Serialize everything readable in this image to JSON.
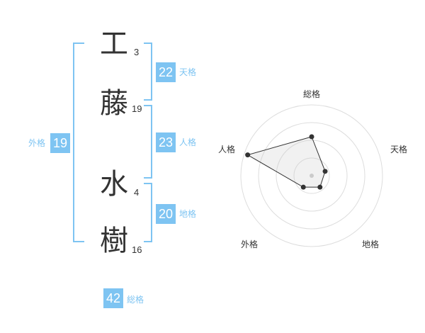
{
  "name": {
    "chars": [
      {
        "char": "工",
        "strokes": "3"
      },
      {
        "char": "藤",
        "strokes": "19"
      },
      {
        "char": "水",
        "strokes": "4"
      },
      {
        "char": "樹",
        "strokes": "16"
      }
    ]
  },
  "fortunes": {
    "tenkaku": {
      "value": "22",
      "label": "天格"
    },
    "jinkaku": {
      "value": "23",
      "label": "人格"
    },
    "chikaku": {
      "value": "20",
      "label": "地格"
    },
    "gaikaku": {
      "value": "19",
      "label": "外格"
    },
    "soukaku": {
      "value": "42",
      "label": "総格"
    }
  },
  "colors": {
    "accent": "#7ec4f2",
    "text": "#333333",
    "grid": "#dddddd"
  },
  "chart_data": {
    "type": "radar",
    "axes": [
      "総格",
      "天格",
      "地格",
      "外格",
      "人格"
    ],
    "values": [
      0.55,
      0.2,
      0.2,
      0.2,
      0.95
    ],
    "max": 1,
    "rings": 4
  }
}
